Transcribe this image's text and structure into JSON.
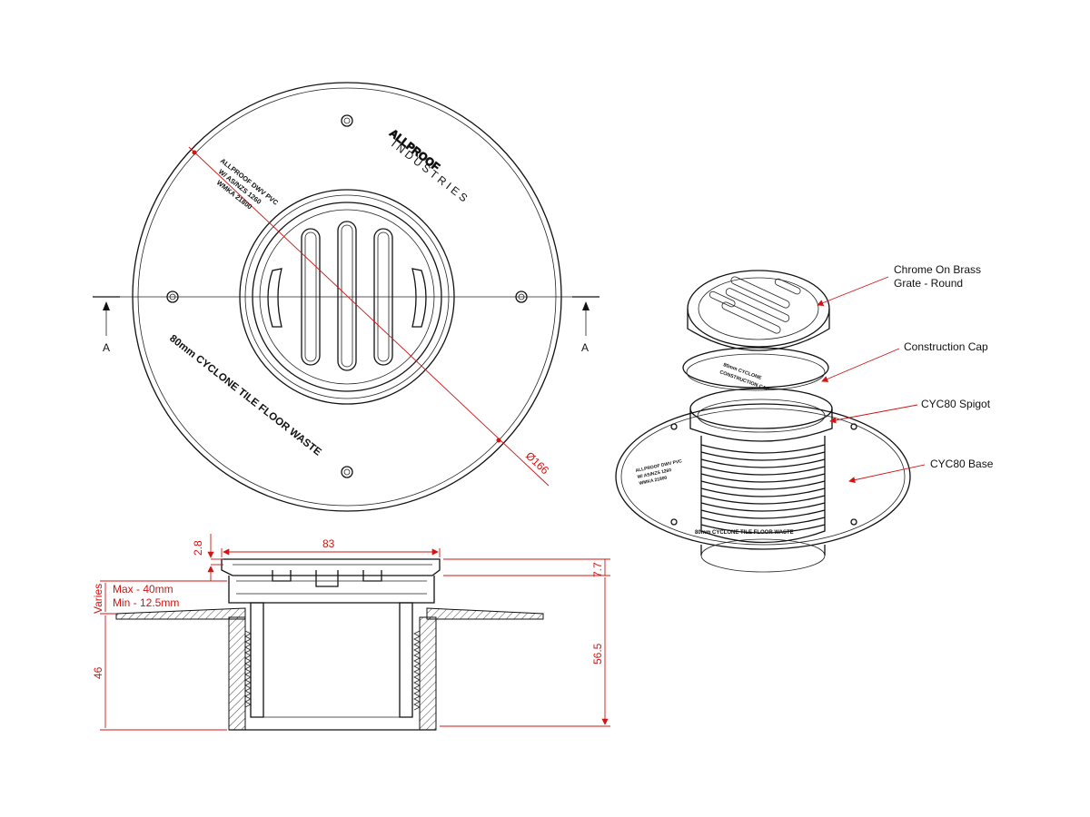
{
  "plan_view": {
    "brand": "ALLPROOF",
    "brand_sub": "I N D U S T R I E S",
    "spec_lines": [
      "ALLPROOF DWV PVC",
      "W/ AS/NZS 1260",
      "WMKA 21800"
    ],
    "product_text": "80mm CYCLONE TILE FLOOR WASTE",
    "diameter_label": "Ø166",
    "section_marker_left": "A",
    "section_marker_right": "A"
  },
  "section_view": {
    "dim_top_width": "83",
    "dim_cap": "2.8",
    "dim_grate": "7.7",
    "dim_height_total": "56.5",
    "dim_base": "46",
    "dim_varies": "Varies",
    "dim_max": "Max - 40mm",
    "dim_min": "Min - 12.5mm"
  },
  "exploded_view": {
    "callouts": [
      {
        "line1": "Chrome On Brass",
        "line2": "Grate - Round"
      },
      {
        "line1": "Construction Cap",
        "line2": ""
      },
      {
        "line1": "CYC80 Spigot",
        "line2": ""
      },
      {
        "line1": "CYC80 Base",
        "line2": ""
      }
    ],
    "cap_text_1": "80mm CYCLONE",
    "cap_text_2": "CONSTRUCTION CAP",
    "base_spec": [
      "ALLPROOF DWV PVC",
      "W/ AS/NZS 1260",
      "WMKA 21800"
    ],
    "base_product_text": "80mm CYCLONE TILE FLOOR WASTE"
  }
}
